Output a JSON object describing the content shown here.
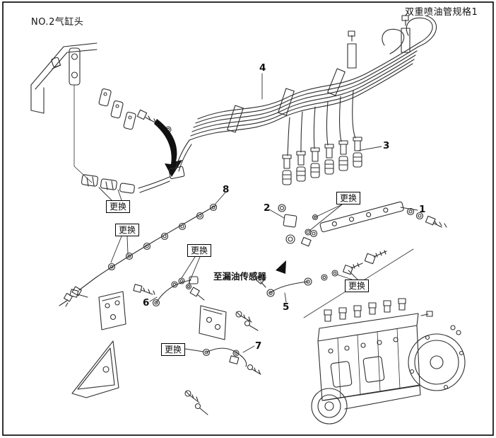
{
  "colors": {
    "background": "#ffffff",
    "line": "#2e2e2e",
    "frame": "#000000",
    "arrow_fill": "#111111"
  },
  "page": {
    "corner_label": "NO.2气缸头",
    "title": "双重喷油管规格1"
  },
  "labels": {
    "replace": "更换",
    "leak_sensor": "至漏油传感器"
  },
  "callouts": {
    "part1": "1",
    "part2": "2",
    "part3": "3",
    "part4": "4",
    "part5": "5",
    "part6": "6",
    "part7": "7",
    "part8": "8"
  }
}
